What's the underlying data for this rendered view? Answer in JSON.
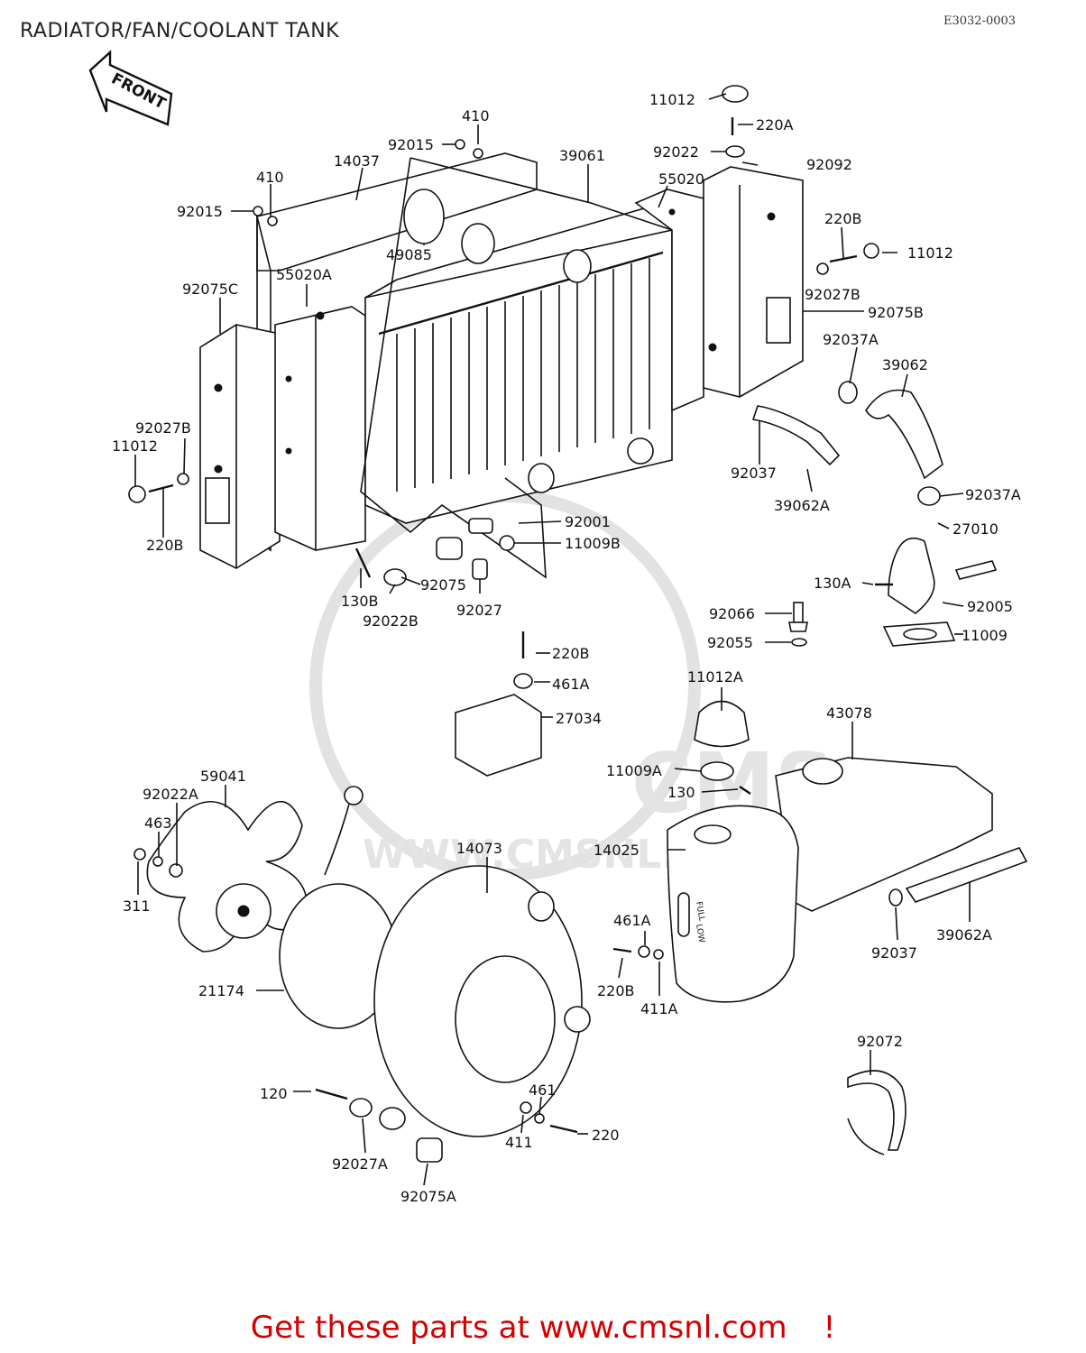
{
  "header": {
    "title": "RADIATOR/FAN/COOLANT TANK",
    "reference_code": "E3032-0003"
  },
  "front_marker": {
    "label": "FRONT"
  },
  "watermark": {
    "logo_text": "CMS",
    "url_text": "WWW.CMSNL.COM"
  },
  "parts": [
    {
      "id": "p_11012_top",
      "label": "11012"
    },
    {
      "id": "p_220A",
      "label": "220A"
    },
    {
      "id": "p_410_a",
      "label": "410"
    },
    {
      "id": "p_92015_a",
      "label": "92015"
    },
    {
      "id": "p_39061",
      "label": "39061"
    },
    {
      "id": "p_92022",
      "label": "92022"
    },
    {
      "id": "p_92092",
      "label": "92092"
    },
    {
      "id": "p_14037",
      "label": "14037"
    },
    {
      "id": "p_55020",
      "label": "55020"
    },
    {
      "id": "p_410_b",
      "label": "410"
    },
    {
      "id": "p_92015_b",
      "label": "92015"
    },
    {
      "id": "p_220B_a",
      "label": "220B"
    },
    {
      "id": "p_11012_b",
      "label": "11012"
    },
    {
      "id": "p_49085",
      "label": "49085"
    },
    {
      "id": "p_92075C",
      "label": "92075C"
    },
    {
      "id": "p_55020A",
      "label": "55020A"
    },
    {
      "id": "p_92027B_a",
      "label": "92027B"
    },
    {
      "id": "p_92075B",
      "label": "92075B"
    },
    {
      "id": "p_92037A_a",
      "label": "92037A"
    },
    {
      "id": "p_39062",
      "label": "39062"
    },
    {
      "id": "p_92027B_b",
      "label": "92027B"
    },
    {
      "id": "p_11012_c",
      "label": "11012"
    },
    {
      "id": "p_220B_b",
      "label": "220B"
    },
    {
      "id": "p_92037_a",
      "label": "92037"
    },
    {
      "id": "p_39062A_a",
      "label": "39062A"
    },
    {
      "id": "p_92037A_b",
      "label": "92037A"
    },
    {
      "id": "p_92001",
      "label": "92001"
    },
    {
      "id": "p_11009B",
      "label": "11009B"
    },
    {
      "id": "p_27010",
      "label": "27010"
    },
    {
      "id": "p_130A",
      "label": "130A"
    },
    {
      "id": "p_92075",
      "label": "92075"
    },
    {
      "id": "p_130B",
      "label": "130B"
    },
    {
      "id": "p_92027",
      "label": "92027"
    },
    {
      "id": "p_92005",
      "label": "92005"
    },
    {
      "id": "p_92022B",
      "label": "92022B"
    },
    {
      "id": "p_92066",
      "label": "92066"
    },
    {
      "id": "p_11009",
      "label": "11009"
    },
    {
      "id": "p_92055",
      "label": "92055"
    },
    {
      "id": "p_220B_c",
      "label": "220B"
    },
    {
      "id": "p_461A_a",
      "label": "461A"
    },
    {
      "id": "p_11012A",
      "label": "11012A"
    },
    {
      "id": "p_43078",
      "label": "43078"
    },
    {
      "id": "p_27034",
      "label": "27034"
    },
    {
      "id": "p_59041",
      "label": "59041"
    },
    {
      "id": "p_11009A",
      "label": "11009A"
    },
    {
      "id": "p_92022A",
      "label": "92022A"
    },
    {
      "id": "p_130",
      "label": "130"
    },
    {
      "id": "p_463",
      "label": "463"
    },
    {
      "id": "p_14073",
      "label": "14073"
    },
    {
      "id": "p_14025",
      "label": "14025"
    },
    {
      "id": "p_311",
      "label": "311"
    },
    {
      "id": "p_461A_b",
      "label": "461A"
    },
    {
      "id": "p_92037_b",
      "label": "92037"
    },
    {
      "id": "p_39062A_b",
      "label": "39062A"
    },
    {
      "id": "p_21174",
      "label": "21174"
    },
    {
      "id": "p_220B_d",
      "label": "220B"
    },
    {
      "id": "p_411A",
      "label": "411A"
    },
    {
      "id": "p_92072",
      "label": "92072"
    },
    {
      "id": "p_120",
      "label": "120"
    },
    {
      "id": "p_461",
      "label": "461"
    },
    {
      "id": "p_220",
      "label": "220"
    },
    {
      "id": "p_411",
      "label": "411"
    },
    {
      "id": "p_92027A",
      "label": "92027A"
    },
    {
      "id": "p_92075A",
      "label": "92075A"
    }
  ],
  "tank_markings": {
    "full": "FULL",
    "low": "LOW"
  },
  "footer": {
    "text": "Get these parts at www.cmsnl.com",
    "suffix": "!"
  }
}
